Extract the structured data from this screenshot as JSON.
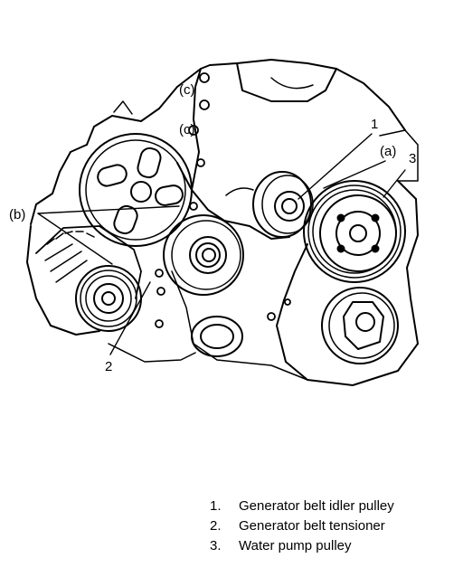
{
  "callouts": {
    "c": "(c)",
    "one": "1",
    "a": "(a)",
    "three": "3",
    "b": "(b)",
    "two": "2"
  },
  "legend": [
    {
      "number": "1.",
      "text": "Generator belt idler pulley"
    },
    {
      "number": "2.",
      "text": "Generator belt tensioner"
    },
    {
      "number": "3.",
      "text": "Water pump pulley"
    }
  ]
}
